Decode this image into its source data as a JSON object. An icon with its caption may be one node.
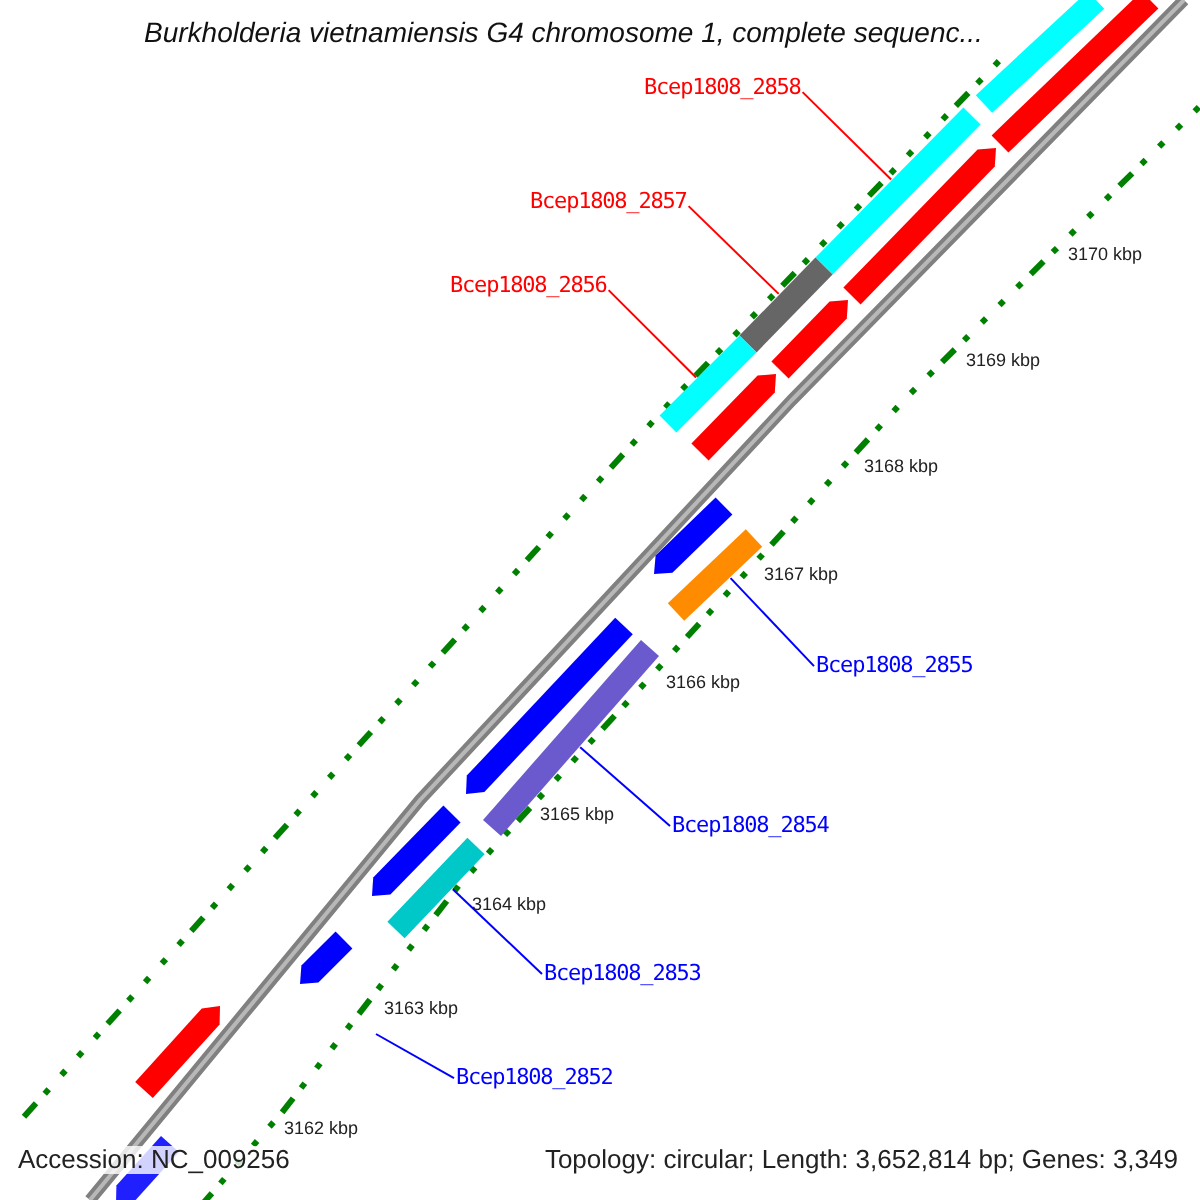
{
  "diagram": {
    "title": "Burkholderia vietnamiensis G4 chromosome 1, complete sequenc...",
    "nodes": [
      {
        "text": [
          "Bcep1808_2858"
        ]
      },
      {
        "text": [
          "Bcep1808_2857"
        ]
      },
      {
        "text": [
          "Bcep1808_2856"
        ]
      },
      {
        "text": [
          "Bcep1808_2855"
        ]
      },
      {
        "text": [
          "Bcep1808_2854"
        ]
      },
      {
        "text": [
          "Bcep1808_2853"
        ]
      },
      {
        "text": [
          "Bcep1808_2852"
        ]
      },
      {
        "text": [],
        "shape": "bar"
      },
      {
        "text": [],
        "shape": "bar"
      },
      {
        "text": [],
        "shape": "bar"
      },
      {
        "text": [],
        "shape": "bar"
      },
      {
        "text": [],
        "shape": "bar"
      },
      {
        "text": [],
        "shape": "bar"
      },
      {
        "text": [],
        "shape": "bar"
      },
      {
        "text": [],
        "shape": "bar"
      },
      {
        "text": [],
        "shape": "bar"
      },
      {
        "text": [],
        "shape": "bar"
      },
      {
        "text": [],
        "shape": "bar"
      },
      {
        "text": [],
        "shape": "bar"
      },
      {
        "text": [],
        "shape": "bar"
      },
      {
        "text": [],
        "shape": "bar"
      },
      {
        "text": [],
        "shape": "bar"
      },
      {
        "text": [],
        "shape": "bar"
      },
      {
        "text": [],
        "shape": "bar"
      }
    ],
    "edges": [
      {
        "from": 0,
        "to": 7,
        "arrow": "none",
        "color": "#ff0000"
      },
      {
        "from": 1,
        "to": 8,
        "arrow": "none",
        "color": "#ff0000"
      },
      {
        "from": 2,
        "to": 9,
        "arrow": "none",
        "color": "#ff0000"
      },
      {
        "from": 3,
        "to": 10,
        "arrow": "none"
      },
      {
        "from": 4,
        "to": 11,
        "arrow": "none"
      },
      {
        "from": 5,
        "to": 12,
        "arrow": "none"
      },
      {
        "from": 6,
        "to": null,
        "arrow": "none"
      }
    ],
    "labels": [
      "3170 kbp",
      "3169 kbp",
      "3168 kbp",
      "3167 kbp",
      "3166 kbp",
      "3165 kbp",
      "3164 kbp",
      "3163 kbp",
      "3162 kbp",
      "Accession: NC_009256",
      "Topology: circular; Length: 3,652,814 bp; Genes: 3,349"
    ]
  }
}
